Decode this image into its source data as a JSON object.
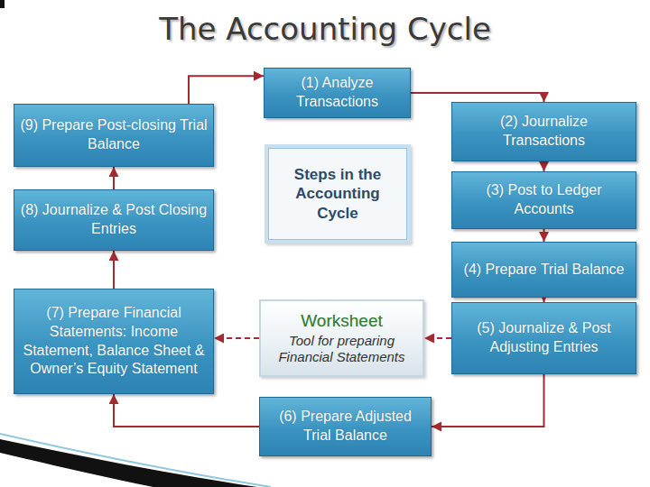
{
  "diagram": {
    "title": "The Accounting Cycle",
    "nodes": [
      {
        "text": [
          "(1) Analyze Transactions"
        ]
      },
      {
        "text": [
          "(2) Journalize Transactions"
        ]
      },
      {
        "text": [
          "(3) Post to Ledger Accounts"
        ]
      },
      {
        "text": [
          "(4) Prepare Trial Balance"
        ]
      },
      {
        "text": [
          "(5) Journalize & Post Adjusting Entries"
        ]
      },
      {
        "text": [
          "(6) Prepare Adjusted Trial Balance"
        ]
      },
      {
        "text": [
          "(7) Prepare Financial Statements: Income Statement, Balance Sheet & Owner’s Equity Statement"
        ]
      },
      {
        "text": [
          "(8) Journalize & Post Closing Entries"
        ]
      },
      {
        "text": [
          "(9) Prepare Post-closing Trial Balance"
        ]
      },
      {
        "text": [
          "Steps in the Accounting Cycle"
        ]
      },
      {
        "text": [
          "Worksheet",
          "Tool for preparing Financial Statements"
        ]
      }
    ],
    "edges": [
      {
        "from": 0,
        "to": 1,
        "arrow": "to"
      },
      {
        "from": 1,
        "to": 2,
        "arrow": "to"
      },
      {
        "from": 2,
        "to": 3,
        "arrow": "to"
      },
      {
        "from": 3,
        "to": 4,
        "arrow": "to"
      },
      {
        "from": 4,
        "to": 5,
        "arrow": "to"
      },
      {
        "from": 5,
        "to": 6,
        "arrow": "to"
      },
      {
        "from": 6,
        "to": 7,
        "arrow": "to"
      },
      {
        "from": 7,
        "to": 8,
        "arrow": "to"
      },
      {
        "from": 8,
        "to": 0,
        "arrow": "to"
      },
      {
        "from": 4,
        "to": 10,
        "arrow": "to"
      },
      {
        "from": 10,
        "to": 6,
        "arrow": "to"
      }
    ]
  }
}
